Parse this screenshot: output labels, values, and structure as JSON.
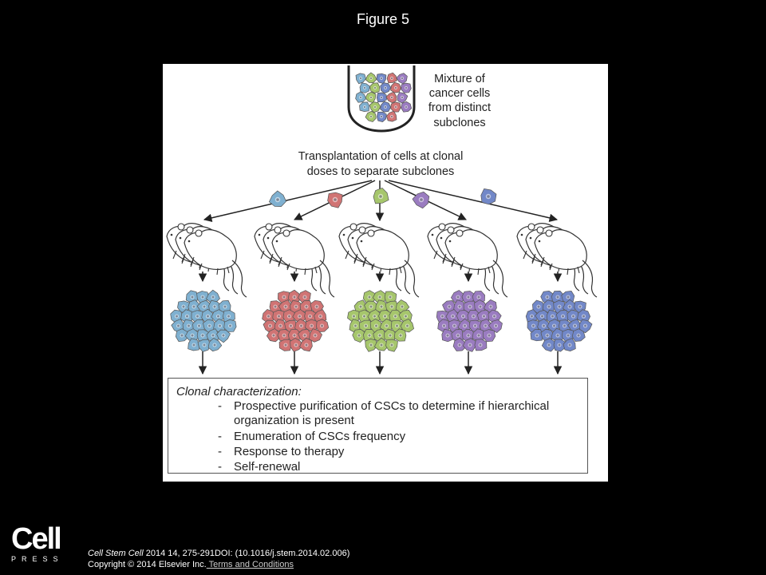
{
  "slide": {
    "title": "Figure 5"
  },
  "diagram": {
    "tube_label": [
      "Mixture of",
      "cancer cells",
      "from distinct",
      "subclones"
    ],
    "transplant_label": [
      "Transplantation of cells at clonal",
      "doses to separate subclones"
    ],
    "subclone_colors": [
      "#7fb0d0",
      "#d07474",
      "#a6c66c",
      "#9a7cc0",
      "#7288c8"
    ]
  },
  "characterization": {
    "title": "Clonal characterization:",
    "items": [
      {
        "line1": "Prospective purification of CSCs to determine if hierarchical",
        "line2": "organization is present"
      },
      {
        "line1": "Enumeration of CSCs frequency"
      },
      {
        "line1": "Response to therapy"
      },
      {
        "line1": "Self-renewal"
      }
    ]
  },
  "logo": {
    "word": "Cell",
    "sub": "PRESS"
  },
  "citation": {
    "journal": "Cell Stem Cell",
    "ref": " 2014 14, 275-291DOI: (10.1016/j.stem.2014.02.006)",
    "copyright": "Copyright © 2014 Elsevier Inc.",
    "terms": " Terms and Conditions"
  }
}
